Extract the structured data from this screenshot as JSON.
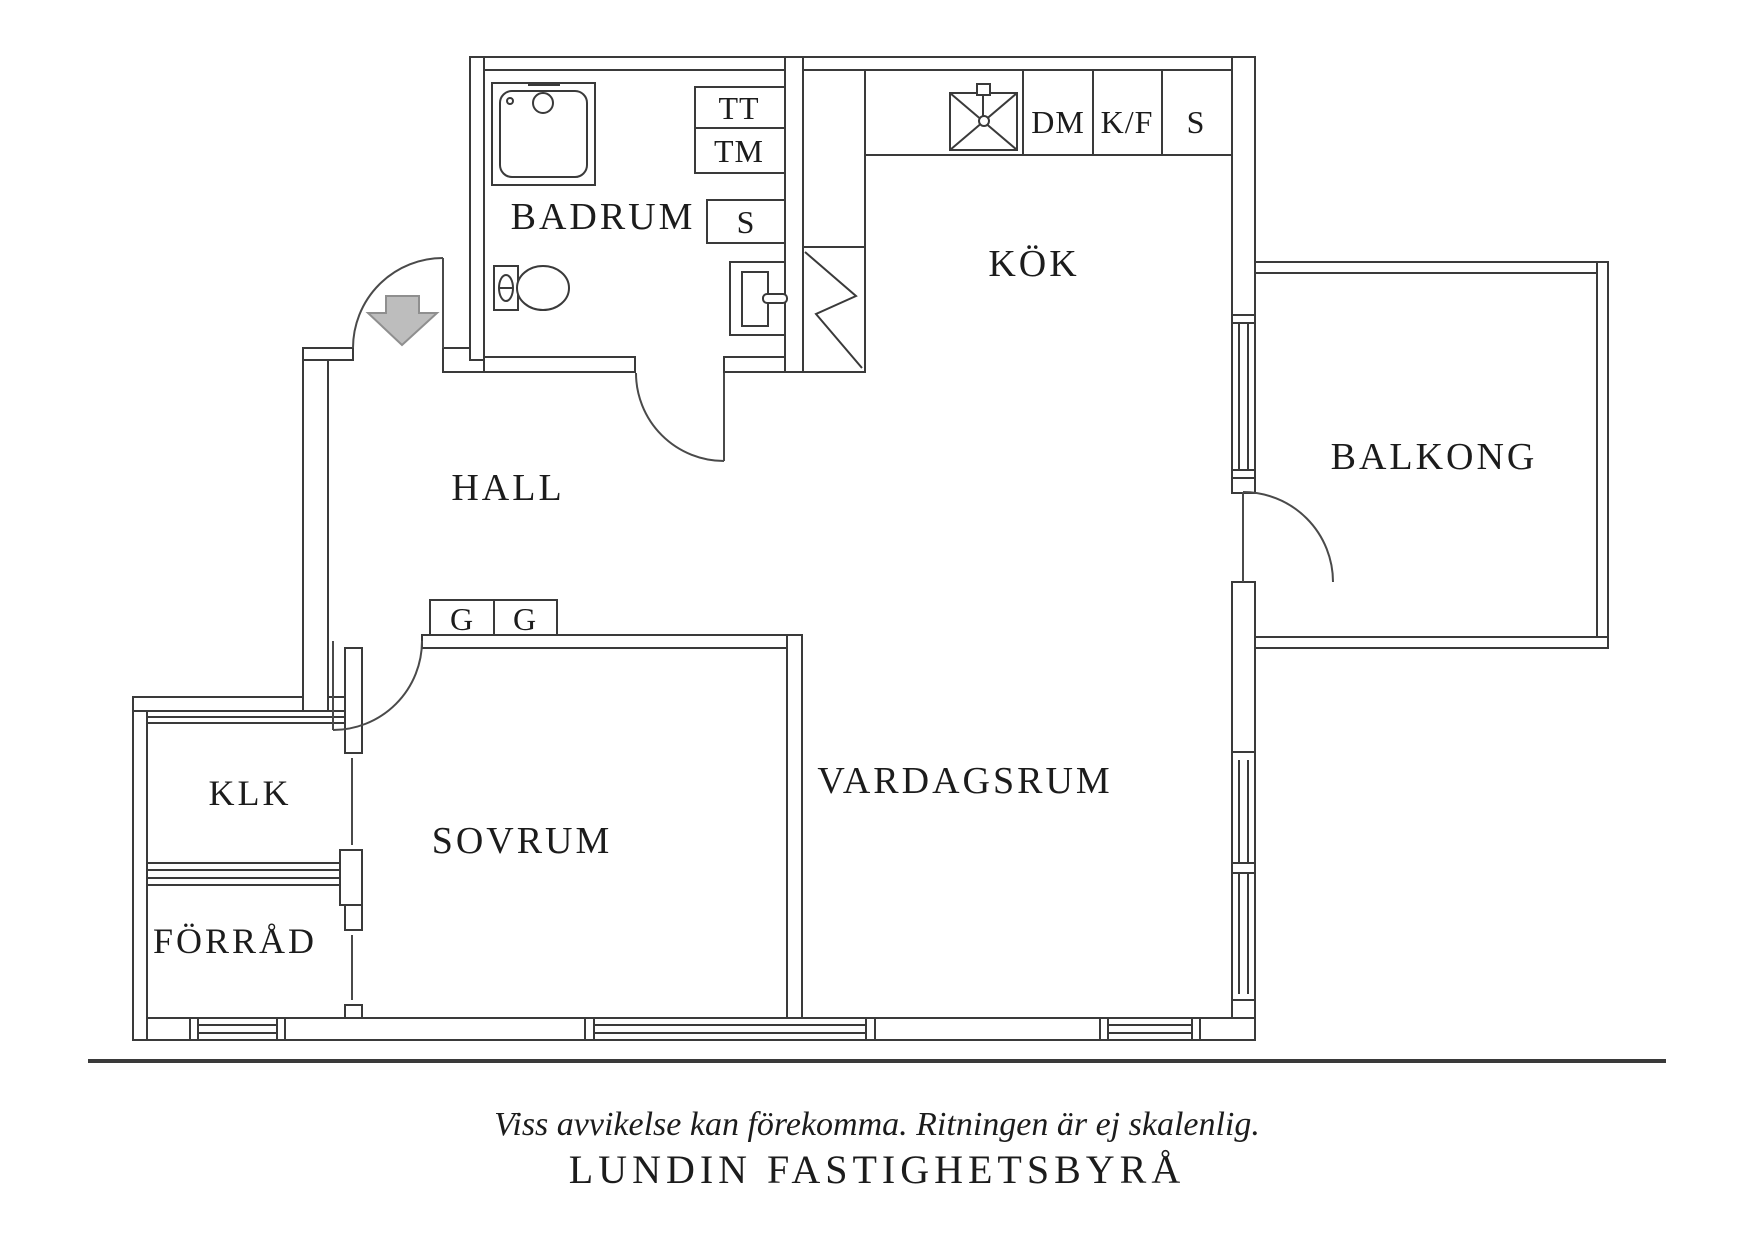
{
  "labels": {
    "badrum": "BADRUM",
    "kok": "KÖK",
    "hall": "HALL",
    "balkong": "BALKONG",
    "sovrum": "SOVRUM",
    "vardagsrum": "VARDAGSRUM",
    "klk": "KLK",
    "forrad": "FÖRRÅD"
  },
  "units": {
    "tt": "TT",
    "tm": "TM",
    "s_badrum": "S",
    "dm": "DM",
    "kf": "K/F",
    "s_kok": "S",
    "g_left": "G",
    "g_right": "G"
  },
  "footer": {
    "disclaimer": "Viss avvikelse kan förekomma. Ritningen är ej skalenlig.",
    "brand": "LUNDIN FASTIGHETSBYRÅ"
  },
  "colors": {
    "wall_line": "#3a3a3a",
    "text": "#1c1c1c",
    "entry_arrow_fill": "#bdbdbd",
    "entry_arrow_stroke": "#8f8f8f",
    "background": "#ffffff"
  }
}
